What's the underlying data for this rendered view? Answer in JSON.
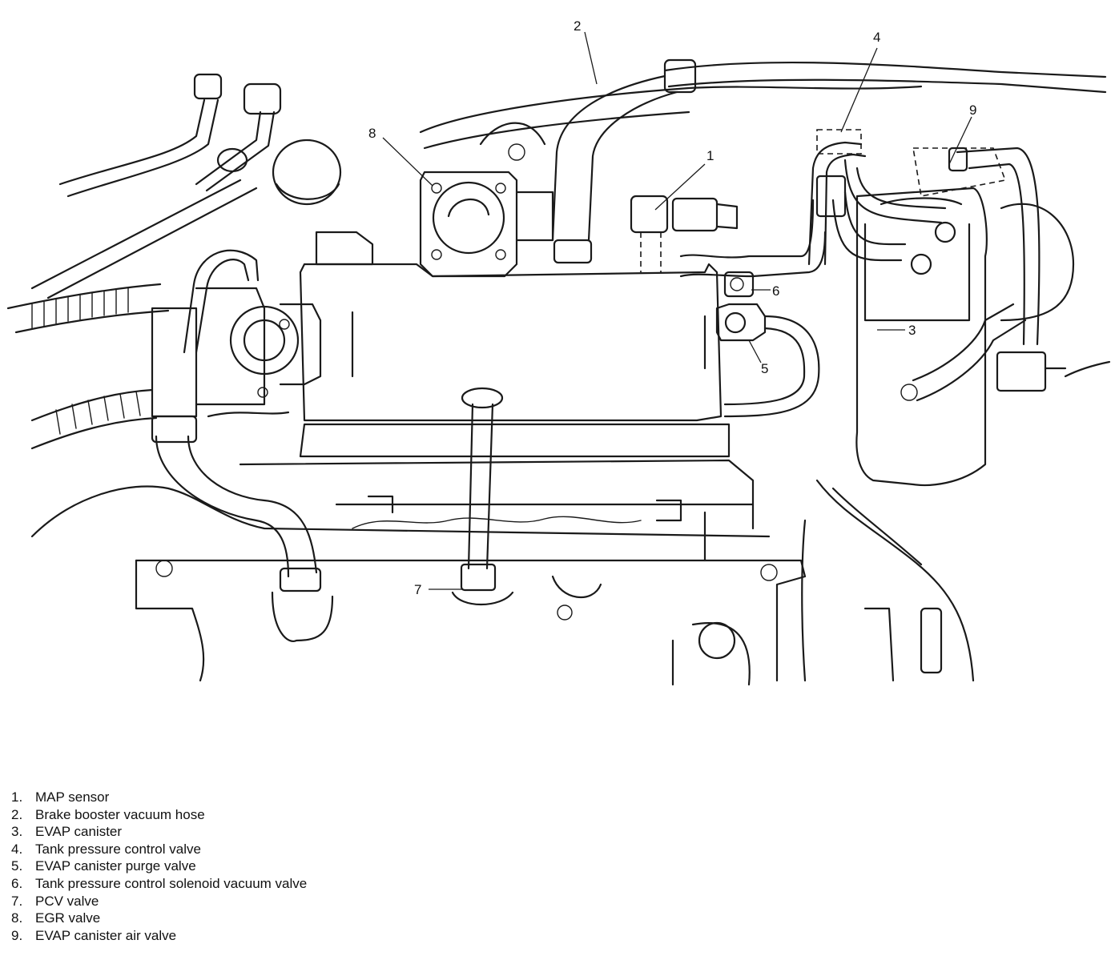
{
  "callouts": [
    "1",
    "2",
    "3",
    "4",
    "5",
    "6",
    "7",
    "8",
    "9"
  ],
  "legend": [
    {
      "number": "1.",
      "label": "MAP sensor"
    },
    {
      "number": "2.",
      "label": "Brake booster vacuum hose"
    },
    {
      "number": "3.",
      "label": "EVAP canister"
    },
    {
      "number": "4.",
      "label": "Tank pressure control valve"
    },
    {
      "number": "5.",
      "label": "EVAP canister purge valve"
    },
    {
      "number": "6.",
      "label": "Tank pressure control solenoid vacuum valve"
    },
    {
      "number": "7.",
      "label": "PCV valve"
    },
    {
      "number": "8.",
      "label": "EGR valve"
    },
    {
      "number": "9.",
      "label": "EVAP canister air valve"
    }
  ]
}
